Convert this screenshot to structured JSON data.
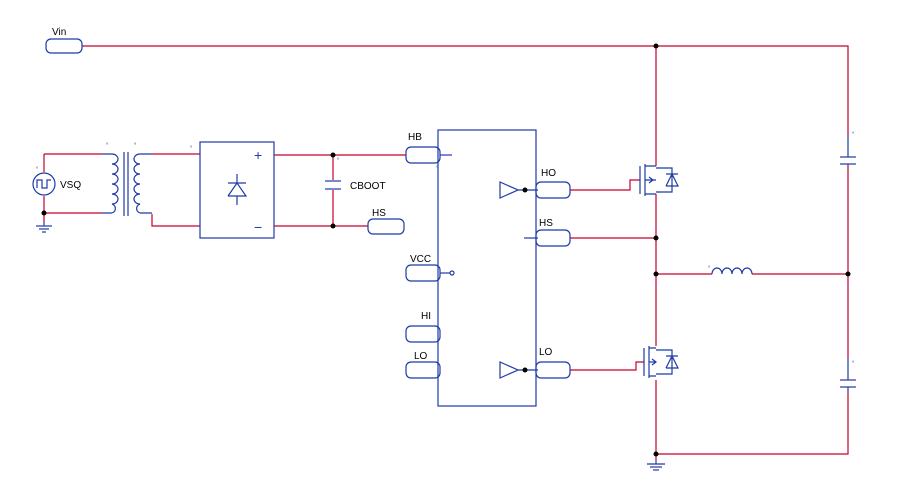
{
  "labels": {
    "vin": "Vin",
    "vsq": "VSQ",
    "cboot": "CBOOT",
    "hs_port": "HS",
    "pin_hb": "HB",
    "pin_ho": "HO",
    "pin_hs": "HS",
    "pin_vcc": "VCC",
    "pin_hi": "HI",
    "pin_lo_in": "LO",
    "pin_lo_out": "LO"
  },
  "rectifier": {
    "plus": "+",
    "minus": "−"
  },
  "colors": {
    "wire": "#c8002a",
    "logic_wire": "#19c819",
    "component": "#1e3aa8",
    "junction": "#000000"
  }
}
